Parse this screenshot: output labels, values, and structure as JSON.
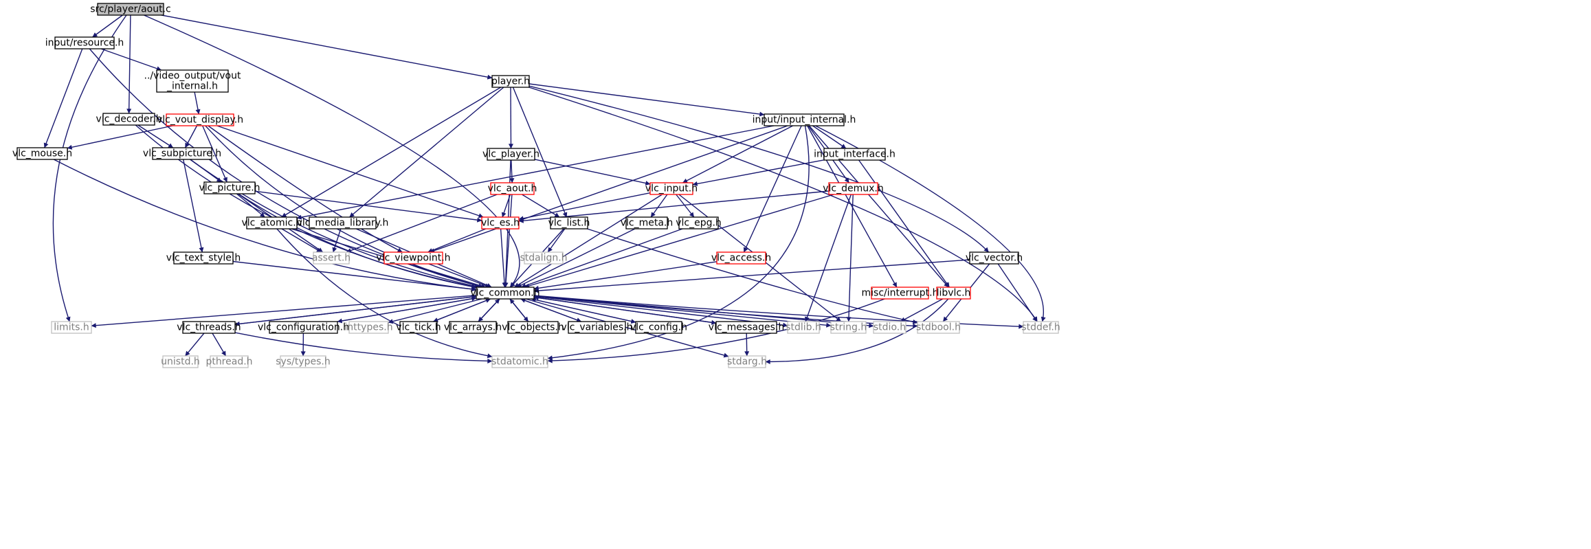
{
  "graph": {
    "root": "src/player/aout.c",
    "colors": {
      "edge": "#191970",
      "root_fill": "#bfbfbf",
      "normal_border": "#000000",
      "truncated_border": "#ff0000",
      "system_border": "#bfbfbf",
      "system_text": "#808080"
    },
    "nodes": [
      {
        "id": "aout_c",
        "label": "src/player/aout.c",
        "kind": "root"
      },
      {
        "id": "resource_h",
        "label": "input/resource.h",
        "kind": "normal"
      },
      {
        "id": "vout_internal_h",
        "label": [
          "../video_output/vout",
          "_internal.h"
        ],
        "kind": "normal"
      },
      {
        "id": "player_h",
        "label": "player.h",
        "kind": "normal"
      },
      {
        "id": "vlc_decoder_h",
        "label": "vlc_decoder.h",
        "kind": "normal"
      },
      {
        "id": "vlc_vout_display_h",
        "label": "vlc_vout_display.h",
        "kind": "truncated"
      },
      {
        "id": "input_internal_h",
        "label": "input/input_internal.h",
        "kind": "normal"
      },
      {
        "id": "vlc_mouse_h",
        "label": "vlc_mouse.h",
        "kind": "normal"
      },
      {
        "id": "vlc_subpicture_h",
        "label": "vlc_subpicture.h",
        "kind": "normal"
      },
      {
        "id": "vlc_player_h",
        "label": "vlc_player.h",
        "kind": "normal"
      },
      {
        "id": "input_interface_h",
        "label": "input_interface.h",
        "kind": "normal"
      },
      {
        "id": "vlc_picture_h",
        "label": "vlc_picture.h",
        "kind": "normal"
      },
      {
        "id": "vlc_aout_h",
        "label": "vlc_aout.h",
        "kind": "truncated"
      },
      {
        "id": "vlc_input_h",
        "label": "vlc_input.h",
        "kind": "truncated"
      },
      {
        "id": "vlc_demux_h",
        "label": "vlc_demux.h",
        "kind": "truncated"
      },
      {
        "id": "vlc_atomic_h",
        "label": "vlc_atomic.h",
        "kind": "normal"
      },
      {
        "id": "vlc_media_library_h",
        "label": "vlc_media_library.h",
        "kind": "normal"
      },
      {
        "id": "vlc_es_h",
        "label": "vlc_es.h",
        "kind": "truncated"
      },
      {
        "id": "vlc_list_h",
        "label": "vlc_list.h",
        "kind": "normal"
      },
      {
        "id": "vlc_meta_h",
        "label": "vlc_meta.h",
        "kind": "normal"
      },
      {
        "id": "vlc_epg_h",
        "label": "vlc_epg.h",
        "kind": "normal"
      },
      {
        "id": "vlc_text_style_h",
        "label": "vlc_text_style.h",
        "kind": "normal"
      },
      {
        "id": "assert_h",
        "label": "assert.h",
        "kind": "system"
      },
      {
        "id": "vlc_viewpoint_h",
        "label": "vlc_viewpoint.h",
        "kind": "truncated"
      },
      {
        "id": "stdalign_h",
        "label": "stdalign.h",
        "kind": "system"
      },
      {
        "id": "vlc_access_h",
        "label": "vlc_access.h",
        "kind": "truncated"
      },
      {
        "id": "vlc_vector_h",
        "label": "vlc_vector.h",
        "kind": "normal"
      },
      {
        "id": "vlc_common_h",
        "label": "vlc_common.h",
        "kind": "normal"
      },
      {
        "id": "misc_interrupt_h",
        "label": "misc/interrupt.h",
        "kind": "truncated"
      },
      {
        "id": "libvlc_h",
        "label": "libvlc.h",
        "kind": "truncated"
      },
      {
        "id": "limits_h",
        "label": "limits.h",
        "kind": "system"
      },
      {
        "id": "vlc_threads_h",
        "label": "vlc_threads.h",
        "kind": "normal"
      },
      {
        "id": "vlc_configuration_h",
        "label": "vlc_configuration.h",
        "kind": "normal"
      },
      {
        "id": "inttypes_h",
        "label": "inttypes.h",
        "kind": "system"
      },
      {
        "id": "vlc_tick_h",
        "label": "vlc_tick.h",
        "kind": "normal"
      },
      {
        "id": "vlc_arrays_h",
        "label": "vlc_arrays.h",
        "kind": "normal"
      },
      {
        "id": "vlc_objects_h",
        "label": "vlc_objects.h",
        "kind": "normal"
      },
      {
        "id": "vlc_variables_h",
        "label": "vlc_variables.h",
        "kind": "normal"
      },
      {
        "id": "vlc_config_h",
        "label": "vlc_config.h",
        "kind": "normal"
      },
      {
        "id": "vlc_messages_h",
        "label": "vlc_messages.h",
        "kind": "normal"
      },
      {
        "id": "stdlib_h",
        "label": "stdlib.h",
        "kind": "system"
      },
      {
        "id": "string_h",
        "label": "string.h",
        "kind": "system"
      },
      {
        "id": "stdio_h",
        "label": "stdio.h",
        "kind": "system"
      },
      {
        "id": "stdbool_h",
        "label": "stdbool.h",
        "kind": "system"
      },
      {
        "id": "stddef_h",
        "label": "stddef.h",
        "kind": "system"
      },
      {
        "id": "unistd_h",
        "label": "unistd.h",
        "kind": "system"
      },
      {
        "id": "pthread_h",
        "label": "pthread.h",
        "kind": "system"
      },
      {
        "id": "sys_types_h",
        "label": "sys/types.h",
        "kind": "system"
      },
      {
        "id": "stdatomic_h",
        "label": "stdatomic.h",
        "kind": "system"
      },
      {
        "id": "stdarg_h",
        "label": "stdarg.h",
        "kind": "system"
      }
    ],
    "edges": [
      [
        "aout_c",
        "resource_h"
      ],
      [
        "aout_c",
        "vlc_decoder_h"
      ],
      [
        "aout_c",
        "player_h"
      ],
      [
        "aout_c",
        "limits_h"
      ],
      [
        "aout_c",
        "vlc_common_h"
      ],
      [
        "resource_h",
        "vout_internal_h"
      ],
      [
        "resource_h",
        "vlc_mouse_h"
      ],
      [
        "resource_h",
        "vlc_common_h"
      ],
      [
        "vout_internal_h",
        "vlc_vout_display_h"
      ],
      [
        "vlc_decoder_h",
        "vlc_subpicture_h"
      ],
      [
        "vlc_decoder_h",
        "vlc_common_h"
      ],
      [
        "vlc_vout_display_h",
        "vlc_mouse_h"
      ],
      [
        "vlc_vout_display_h",
        "vlc_subpicture_h"
      ],
      [
        "vlc_vout_display_h",
        "vlc_picture_h"
      ],
      [
        "vlc_vout_display_h",
        "vlc_es_h"
      ],
      [
        "vlc_vout_display_h",
        "vlc_viewpoint_h"
      ],
      [
        "vlc_vout_display_h",
        "vlc_common_h"
      ],
      [
        "vlc_mouse_h",
        "vlc_common_h"
      ],
      [
        "vlc_subpicture_h",
        "vlc_picture_h"
      ],
      [
        "vlc_subpicture_h",
        "vlc_text_style_h"
      ],
      [
        "vlc_subpicture_h",
        "vlc_common_h"
      ],
      [
        "vlc_picture_h",
        "vlc_atomic_h"
      ],
      [
        "vlc_picture_h",
        "vlc_es_h"
      ],
      [
        "vlc_picture_h",
        "assert_h"
      ],
      [
        "vlc_picture_h",
        "vlc_common_h"
      ],
      [
        "vlc_text_style_h",
        "vlc_common_h"
      ],
      [
        "player_h",
        "input_internal_h"
      ],
      [
        "player_h",
        "vlc_player_h"
      ],
      [
        "player_h",
        "vlc_atomic_h"
      ],
      [
        "player_h",
        "vlc_media_library_h"
      ],
      [
        "player_h",
        "vlc_list_h"
      ],
      [
        "player_h",
        "vlc_vector_h"
      ],
      [
        "player_h",
        "stddef_h"
      ],
      [
        "input_internal_h",
        "input_interface_h"
      ],
      [
        "input_internal_h",
        "vlc_input_h"
      ],
      [
        "input_internal_h",
        "vlc_demux_h"
      ],
      [
        "input_internal_h",
        "vlc_atomic_h"
      ],
      [
        "input_internal_h",
        "vlc_viewpoint_h"
      ],
      [
        "input_internal_h",
        "vlc_access_h"
      ],
      [
        "input_internal_h",
        "misc_interrupt_h"
      ],
      [
        "input_internal_h",
        "libvlc_h"
      ],
      [
        "input_internal_h",
        "stdatomic_h"
      ],
      [
        "input_internal_h",
        "stddef_h"
      ],
      [
        "vlc_player_h",
        "vlc_aout_h"
      ],
      [
        "vlc_player_h",
        "vlc_input_h"
      ],
      [
        "vlc_player_h",
        "vlc_common_h"
      ],
      [
        "input_interface_h",
        "vlc_input_h"
      ],
      [
        "input_interface_h",
        "libvlc_h"
      ],
      [
        "vlc_aout_h",
        "vlc_es_h"
      ],
      [
        "vlc_aout_h",
        "vlc_list_h"
      ],
      [
        "vlc_aout_h",
        "assert_h"
      ],
      [
        "vlc_aout_h",
        "vlc_common_h"
      ],
      [
        "vlc_input_h",
        "vlc_es_h"
      ],
      [
        "vlc_input_h",
        "vlc_meta_h"
      ],
      [
        "vlc_input_h",
        "vlc_epg_h"
      ],
      [
        "vlc_input_h",
        "string_h"
      ],
      [
        "vlc_input_h",
        "vlc_common_h"
      ],
      [
        "vlc_demux_h",
        "vlc_es_h"
      ],
      [
        "vlc_demux_h",
        "stdlib_h"
      ],
      [
        "vlc_demux_h",
        "string_h"
      ],
      [
        "vlc_demux_h",
        "vlc_common_h"
      ],
      [
        "vlc_atomic_h",
        "assert_h"
      ],
      [
        "vlc_atomic_h",
        "stdatomic_h"
      ],
      [
        "vlc_atomic_h",
        "vlc_common_h"
      ],
      [
        "vlc_media_library_h",
        "assert_h"
      ],
      [
        "vlc_media_library_h",
        "vlc_common_h"
      ],
      [
        "vlc_es_h",
        "vlc_viewpoint_h"
      ],
      [
        "vlc_es_h",
        "vlc_common_h"
      ],
      [
        "vlc_list_h",
        "stdalign_h"
      ],
      [
        "vlc_list_h",
        "stdbool_h"
      ],
      [
        "vlc_list_h",
        "vlc_common_h"
      ],
      [
        "vlc_meta_h",
        "vlc_common_h"
      ],
      [
        "vlc_epg_h",
        "vlc_common_h"
      ],
      [
        "vlc_viewpoint_h",
        "vlc_common_h"
      ],
      [
        "vlc_access_h",
        "vlc_common_h"
      ],
      [
        "vlc_vector_h",
        "stdbool_h"
      ],
      [
        "vlc_vector_h",
        "stddef_h"
      ],
      [
        "vlc_vector_h",
        "vlc_common_h"
      ],
      [
        "misc_interrupt_h",
        "stdatomic_h"
      ],
      [
        "libvlc_h",
        "stdio_h"
      ],
      [
        "libvlc_h",
        "stdarg_h"
      ],
      [
        "vlc_common_h",
        "limits_h"
      ],
      [
        "vlc_common_h",
        "vlc_threads_h"
      ],
      [
        "vlc_common_h",
        "vlc_configuration_h"
      ],
      [
        "vlc_common_h",
        "inttypes_h"
      ],
      [
        "vlc_common_h",
        "vlc_tick_h"
      ],
      [
        "vlc_common_h",
        "vlc_arrays_h"
      ],
      [
        "vlc_common_h",
        "vlc_objects_h"
      ],
      [
        "vlc_common_h",
        "vlc_variables_h"
      ],
      [
        "vlc_common_h",
        "vlc_config_h"
      ],
      [
        "vlc_common_h",
        "vlc_messages_h"
      ],
      [
        "vlc_common_h",
        "stdlib_h"
      ],
      [
        "vlc_common_h",
        "string_h"
      ],
      [
        "vlc_common_h",
        "stdio_h"
      ],
      [
        "vlc_common_h",
        "stdbool_h"
      ],
      [
        "vlc_common_h",
        "stddef_h"
      ],
      [
        "vlc_common_h",
        "stdarg_h"
      ],
      [
        "vlc_threads_h",
        "vlc_common_h"
      ],
      [
        "vlc_configuration_h",
        "vlc_common_h"
      ],
      [
        "vlc_tick_h",
        "vlc_common_h"
      ],
      [
        "vlc_arrays_h",
        "vlc_common_h"
      ],
      [
        "vlc_objects_h",
        "vlc_common_h"
      ],
      [
        "vlc_variables_h",
        "vlc_common_h"
      ],
      [
        "vlc_config_h",
        "vlc_common_h"
      ],
      [
        "vlc_messages_h",
        "vlc_common_h"
      ],
      [
        "vlc_threads_h",
        "unistd_h"
      ],
      [
        "vlc_threads_h",
        "pthread_h"
      ],
      [
        "vlc_threads_h",
        "stdatomic_h"
      ],
      [
        "vlc_configuration_h",
        "sys_types_h"
      ],
      [
        "vlc_messages_h",
        "stdarg_h"
      ]
    ]
  }
}
